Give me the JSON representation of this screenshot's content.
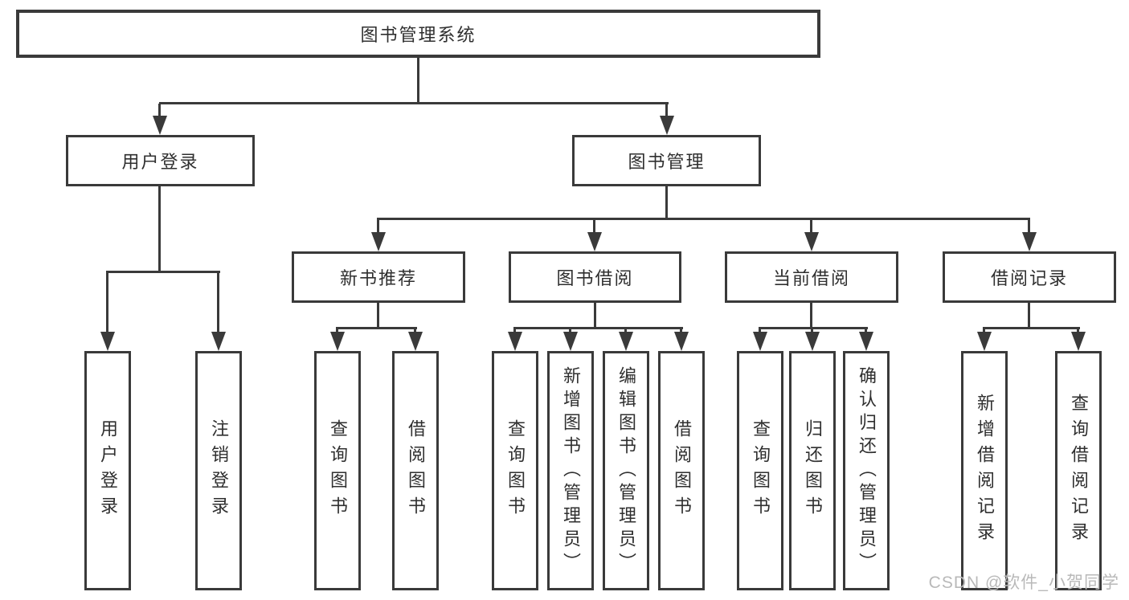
{
  "colors": {
    "line": "#3a3a3a",
    "box_border": "#3a3a3a",
    "text": "#2f2f2f",
    "background": "#ffffff",
    "watermark": "#b9b9b9"
  },
  "watermark": {
    "text": "CSDN @软件_小贺同学"
  },
  "diagram": {
    "type": "hierarchy-tree",
    "title": "图书管理系统",
    "nodes": {
      "root": {
        "label": "图书管理系统",
        "level": 0
      },
      "user_login": {
        "label": "用户登录",
        "level": 1
      },
      "book_mgmt": {
        "label": "图书管理",
        "level": 1
      },
      "new_book_rec": {
        "label": "新书推荐",
        "level": 2
      },
      "book_borrow": {
        "label": "图书借阅",
        "level": 2
      },
      "current_borrow": {
        "label": "当前借阅",
        "level": 2
      },
      "borrow_records": {
        "label": "借阅记录",
        "level": 2
      },
      "leaf_user_login": {
        "label": "用户登录",
        "level": 3
      },
      "leaf_logout": {
        "label": "注销登录",
        "level": 3
      },
      "leaf_query_books_1": {
        "label": "查询图书",
        "level": 3
      },
      "leaf_borrow_books_1": {
        "label": "借阅图书",
        "level": 3
      },
      "leaf_query_books_2": {
        "label": "查询图书",
        "level": 3
      },
      "leaf_add_book": {
        "label": "新增图书（管理员）",
        "level": 3
      },
      "leaf_edit_book": {
        "label": "编辑图书（管理员）",
        "level": 3
      },
      "leaf_borrow_books_2": {
        "label": "借阅图书",
        "level": 3
      },
      "leaf_query_books_3": {
        "label": "查询图书",
        "level": 3
      },
      "leaf_return_book": {
        "label": "归还图书",
        "level": 3
      },
      "leaf_confirm_return": {
        "label": "确认归还（管理员）",
        "level": 3
      },
      "leaf_add_borrow_record": {
        "label": "新增借阅记录",
        "level": 3
      },
      "leaf_query_borrow_record": {
        "label": "查询借阅记录",
        "level": 3
      }
    },
    "edges": [
      [
        "root",
        "user_login"
      ],
      [
        "root",
        "book_mgmt"
      ],
      [
        "user_login",
        "leaf_user_login"
      ],
      [
        "user_login",
        "leaf_logout"
      ],
      [
        "book_mgmt",
        "new_book_rec"
      ],
      [
        "book_mgmt",
        "book_borrow"
      ],
      [
        "book_mgmt",
        "current_borrow"
      ],
      [
        "book_mgmt",
        "borrow_records"
      ],
      [
        "new_book_rec",
        "leaf_query_books_1"
      ],
      [
        "new_book_rec",
        "leaf_borrow_books_1"
      ],
      [
        "book_borrow",
        "leaf_query_books_2"
      ],
      [
        "book_borrow",
        "leaf_add_book"
      ],
      [
        "book_borrow",
        "leaf_edit_book"
      ],
      [
        "book_borrow",
        "leaf_borrow_books_2"
      ],
      [
        "current_borrow",
        "leaf_query_books_3"
      ],
      [
        "current_borrow",
        "leaf_return_book"
      ],
      [
        "current_borrow",
        "leaf_confirm_return"
      ],
      [
        "borrow_records",
        "leaf_add_borrow_record"
      ],
      [
        "borrow_records",
        "leaf_query_borrow_record"
      ]
    ]
  }
}
